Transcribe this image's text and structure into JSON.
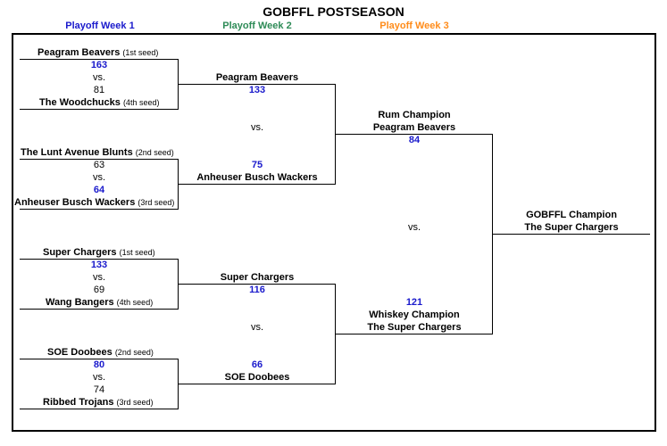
{
  "title": "GOBFFL POSTSEASON",
  "weeks": [
    {
      "label": "Playoff Week 1",
      "color": "#1a1acc"
    },
    {
      "label": "Playoff Week 2",
      "color": "#2e8b57"
    },
    {
      "label": "Playoff Week 3",
      "color": "#ff8c1a"
    }
  ],
  "vs": "vs.",
  "round1": [
    {
      "team1": "Peagram Beavers",
      "seed1": "(1st seed)",
      "score1": "163",
      "team2": "The Woodchucks",
      "seed2": "(4th seed)",
      "score2": "81"
    },
    {
      "team1": "The Lunt Avenue Blunts",
      "seed1": "(2nd seed)",
      "score1": "63",
      "team2": "Anheuser Busch Wackers",
      "seed2": "(3rd seed)",
      "score2": "64"
    },
    {
      "team1": "Super Chargers",
      "seed1": "(1st seed)",
      "score1": "133",
      "team2": "Wang Bangers",
      "seed2": "(4th seed)",
      "score2": "69"
    },
    {
      "team1": "SOE Doobees",
      "seed1": "(2nd seed)",
      "score1": "80",
      "team2": "Ribbed Trojans",
      "seed2": "(3rd seed)",
      "score2": "74"
    }
  ],
  "round2": [
    {
      "team1": "Peagram Beavers",
      "score1": "133",
      "team2": "Anheuser Busch Wackers",
      "score2": "75"
    },
    {
      "team1": "Super Chargers",
      "score1": "116",
      "team2": "SOE Doobees",
      "score2": "66"
    }
  ],
  "round3": {
    "top_title": "Rum Champion",
    "top_team": "Peagram Beavers",
    "top_score": "84",
    "bottom_score": "121",
    "bottom_title": "Whiskey Champion",
    "bottom_team": "The Super Chargers"
  },
  "champion": {
    "title": "GOBFFL Champion",
    "team": "The Super Chargers"
  }
}
